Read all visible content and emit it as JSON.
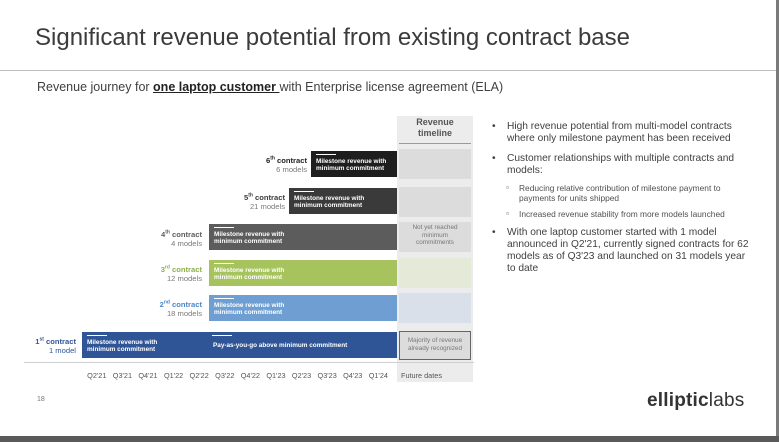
{
  "slide": {
    "title": "Significant revenue potential from existing contract base",
    "subtitle_pre": "Revenue journey for ",
    "subtitle_bold": "one laptop customer ",
    "subtitle_post": "with Enterprise license agreement (ELA)",
    "page_number": "18",
    "logo_a": "elliptic",
    "logo_b": "labs"
  },
  "timeline": {
    "header_line1": "Revenue",
    "header_line2": "timeline",
    "not_reached_1": "Not yet reached",
    "not_reached_2": "minimum",
    "not_reached_3": "commitments",
    "recognized_1": "Majority of revenue",
    "recognized_2": "already recognized",
    "future_label": "Future dates"
  },
  "quarters": [
    "Q2'21",
    "Q3'21",
    "Q4'21",
    "Q1'22",
    "Q2'22",
    "Q3'22",
    "Q4'22",
    "Q1'23",
    "Q2'23",
    "Q3'23",
    "Q4'23",
    "Q1'24"
  ],
  "contracts": [
    {
      "ordinal": "1",
      "sup": "st",
      "word": " contract",
      "models": "1 model",
      "color": "#2f5597",
      "bar_line1": "Milestone revenue with",
      "bar_line2": "minimum commitment",
      "extra": "Pay-as-you-go above minimum commitment"
    },
    {
      "ordinal": "2",
      "sup": "nd",
      "word": " contract",
      "models": "18 models",
      "color": "#6e9ed2",
      "bar_line1": "Milestone revenue with",
      "bar_line2": "minimum commitment"
    },
    {
      "ordinal": "3",
      "sup": "rd",
      "word": " contract",
      "models": "12 models",
      "color": "#a6c35e",
      "bar_line1": "Milestone revenue with",
      "bar_line2": "minimum commitment"
    },
    {
      "ordinal": "4",
      "sup": "th",
      "word": " contract",
      "models": "4 models",
      "color": "#5c5c5c",
      "bar_line1": "Milestone revenue with",
      "bar_line2": "minimum commitment"
    },
    {
      "ordinal": "5",
      "sup": "th",
      "word": " contract",
      "models": "21 models",
      "color": "#3a3a3a",
      "bar_line1": "Milestone revenue with",
      "bar_line2": "minimum commitment"
    },
    {
      "ordinal": "6",
      "sup": "th",
      "word": " contract",
      "models": "6 models",
      "color": "#1e1e1e",
      "bar_line1": "Milestone revenue with",
      "bar_line2": "minimum commitment"
    }
  ],
  "bullets": {
    "b1": "High revenue potential from multi-model contracts where only milestone payment has been received",
    "b2": "Customer relationships with multiple contracts and models:",
    "b2_sub1": "Reducing relative contribution of milestone payment to payments for units shipped",
    "b2_sub2": "Increased revenue stability from more models launched",
    "b3": "With one laptop customer started with 1 model announced in Q2'21, currently signed contracts for 62 models as of Q3'23 and launched on 31 models year to date"
  },
  "colors": {
    "contract1_label": "#2f5597",
    "contract2_label": "#4a86c8",
    "contract3_label": "#8db04a",
    "contract4_label": "#5c5c5c",
    "contract5_label": "#3a3a3a",
    "contract6_label": "#1e1e1e"
  }
}
